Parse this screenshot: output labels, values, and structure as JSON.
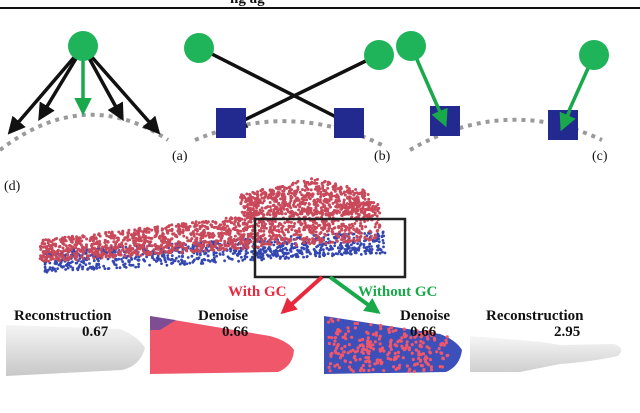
{
  "header": {
    "text": "ng ag"
  },
  "panels": {
    "a": {
      "label": "(a)"
    },
    "b": {
      "label": "(b)"
    },
    "c": {
      "label": "(c)"
    },
    "d": {
      "label": "(d)"
    }
  },
  "branches": {
    "with_gc": {
      "label": "With GC",
      "color": "#e8283c"
    },
    "without_gc": {
      "label": "Without GC",
      "color": "#19a94a"
    }
  },
  "results": [
    {
      "title": "Reconstruction",
      "value": "0.67"
    },
    {
      "title": "Denoise",
      "value": "0.66"
    },
    {
      "title": "Denoise",
      "value": "0.66"
    },
    {
      "title": "Reconstruction",
      "value": "2.95"
    }
  ],
  "colors": {
    "node_green": "#1fb45a",
    "node_blue": "#232a8f",
    "point_red": "#c9485a",
    "point_blue": "#3446b0",
    "surface_dash": "#9a9a9a",
    "denoise_pink": "#f0576a"
  }
}
